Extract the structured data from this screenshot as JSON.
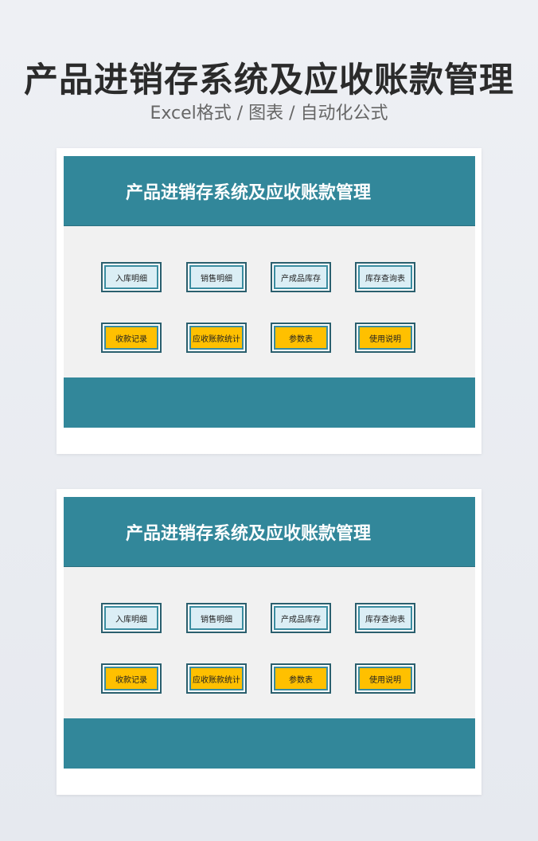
{
  "title": "产品进销存系统及应收账款管理",
  "subtitle": "Excel格式 / 图表 / 自动化公式",
  "cards": [
    {
      "header": "产品进销存系统及应收账款管理",
      "buttons": [
        "入库明细",
        "销售明细",
        "产成品库存",
        "库存查询表",
        "收款记录",
        "应收账款统计",
        "参数表",
        "使用说明"
      ]
    },
    {
      "header": "产品进销存系统及应收账款管理",
      "buttons": [
        "入库明细",
        "销售明细",
        "产成品库存",
        "库存查询表",
        "收款记录",
        "应收账款统计",
        "参数表",
        "使用说明"
      ]
    }
  ]
}
